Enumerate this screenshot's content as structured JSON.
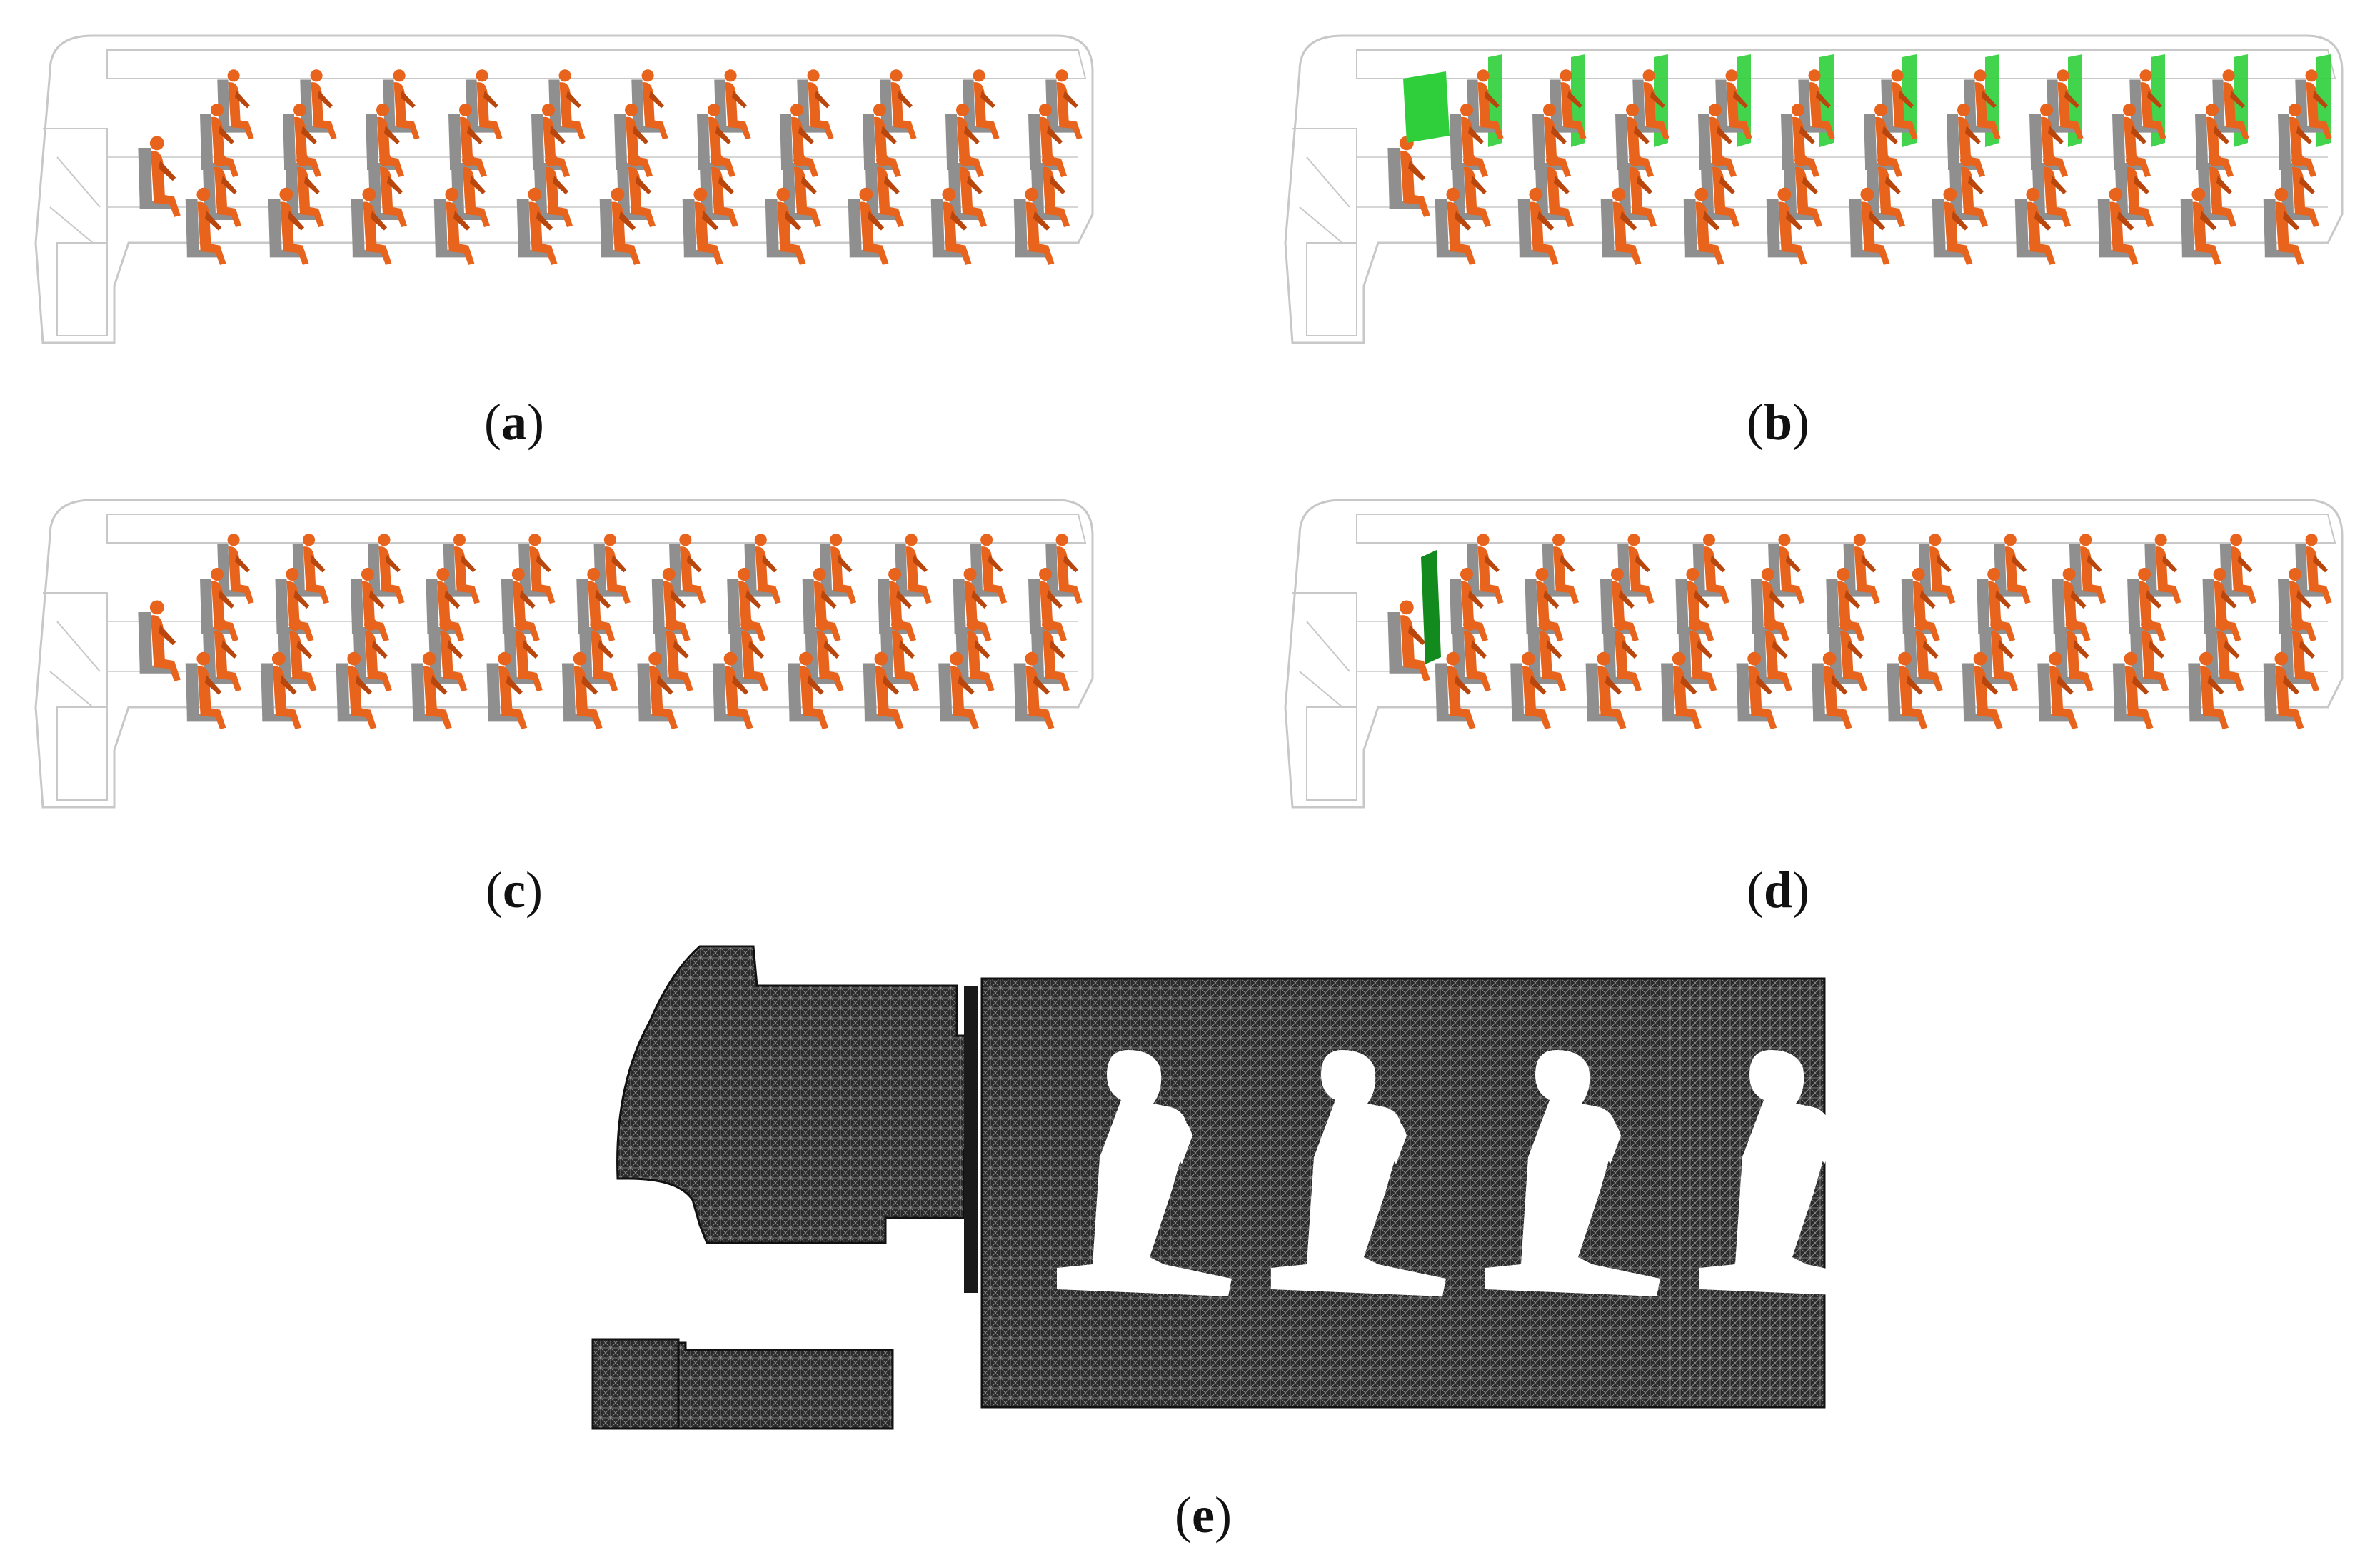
{
  "colors": {
    "passenger": "#e8631c",
    "passenger_shade": "#b8460d",
    "seat": "#8f8f8f",
    "bus_outline": "#c8c8c8",
    "partition": "#2fcf3b",
    "partition_dark": "#138a1e",
    "mesh_fill": "#2a2a2a",
    "background": "#ffffff"
  },
  "captions": {
    "a": {
      "open": "(",
      "letter": "a",
      "close": ")"
    },
    "b": {
      "open": "(",
      "letter": "b",
      "close": ")"
    },
    "c": {
      "open": "(",
      "letter": "c",
      "close": ")"
    },
    "d": {
      "open": "(",
      "letter": "d",
      "close": ")"
    },
    "e": {
      "open": "(",
      "letter": "e",
      "close": ")"
    }
  },
  "panels": {
    "a": {
      "rows": 11,
      "partitions": false,
      "driver_screen": false
    },
    "b": {
      "rows": 11,
      "partitions": true,
      "driver_screen": false
    },
    "c": {
      "rows": 12,
      "partitions": false,
      "driver_screen": false
    },
    "d": {
      "rows": 12,
      "partitions": false,
      "driver_screen": true
    },
    "e": {
      "seated_occupants": 4
    }
  }
}
